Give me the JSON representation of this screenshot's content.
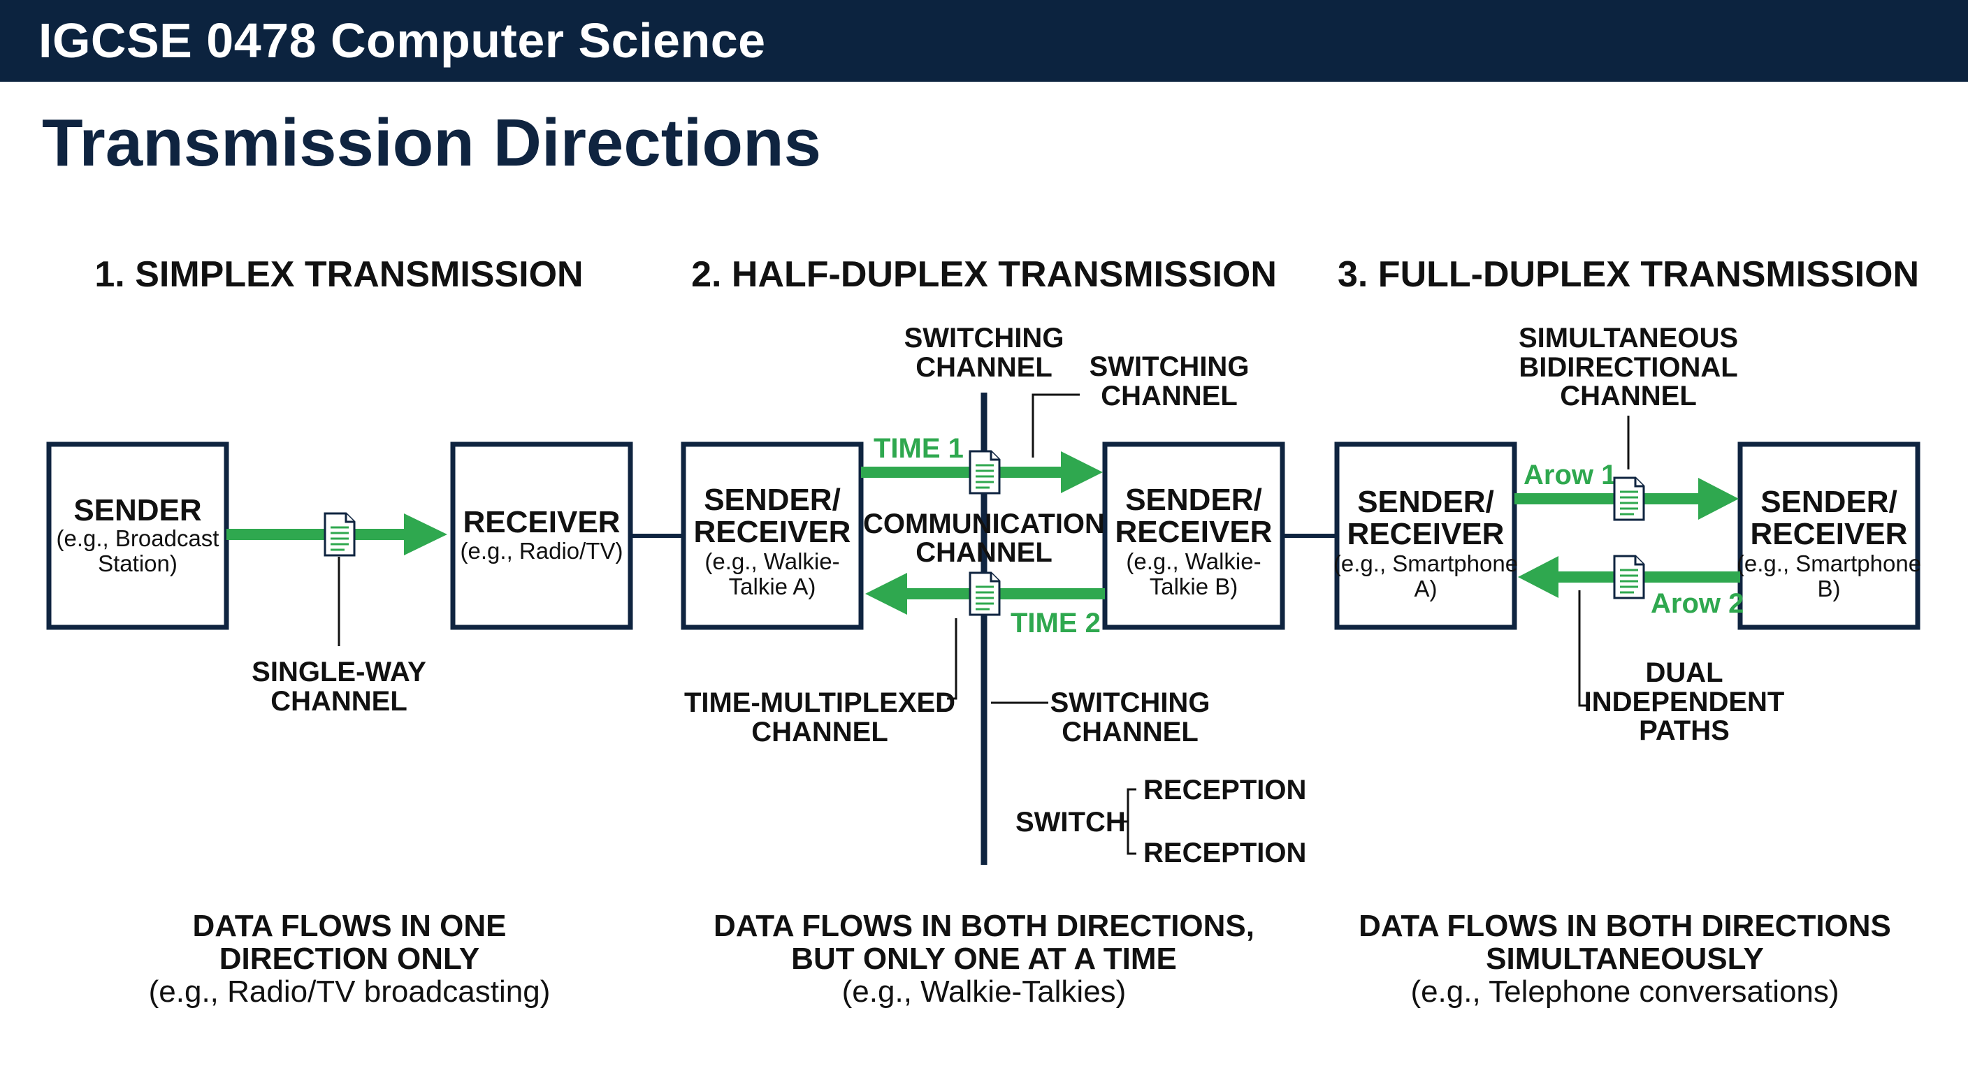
{
  "header": {
    "course": "IGCSE 0478 Computer Science"
  },
  "page_title": "Transmission Directions",
  "colors": {
    "header_bg": "#0c233f",
    "box_border": "#0f2440",
    "arrow": "#2fa84f",
    "text": "#111111"
  },
  "simplex": {
    "title": "1. SIMPLEX TRANSMISSION",
    "sender": {
      "label": "SENDER",
      "example_1": "(e.g., Broadcast",
      "example_2": "Station)"
    },
    "receiver": {
      "label": "RECEIVER",
      "example_1": "(e.g., Radio/TV)"
    },
    "channel_label_1": "SINGLE-WAY",
    "channel_label_2": "CHANNEL",
    "caption_1": "DATA FLOWS IN ONE",
    "caption_2": "DIRECTION ONLY",
    "caption_example": "(e.g., Radio/TV broadcasting)"
  },
  "half_duplex": {
    "title": "2. HALF-DUPLEX TRANSMISSION",
    "device_a": {
      "label_1": "SENDER/",
      "label_2": "RECEIVER",
      "example_1": "(e.g., Walkie-",
      "example_2": "Talkie A)"
    },
    "device_b": {
      "label_1": "SENDER/",
      "label_2": "RECEIVER",
      "example_1": "(e.g., Walkie-",
      "example_2": "Talkie B)"
    },
    "switching_top_1": "SWITCHING",
    "switching_top_2": "CHANNEL",
    "switching_right_1": "SWITCHING",
    "switching_right_2": "CHANNEL",
    "time_1": "TIME 1",
    "time_2": "TIME 2",
    "comm_channel_1": "COMMUNICATION",
    "comm_channel_2": "CHANNEL",
    "time_multiplexed_1": "TIME-MULTIPLEXED",
    "time_multiplexed_2": "CHANNEL",
    "switching_bottom_1": "SWITCHING",
    "switching_bottom_2": "CHANNEL",
    "switch": "SWITCH",
    "reception_1": "RECEPTION",
    "reception_2": "RECEPTION",
    "caption_1": "DATA FLOWS IN BOTH DIRECTIONS,",
    "caption_2": "BUT ONLY ONE AT A TIME",
    "caption_example": "(e.g., Walkie-Talkies)"
  },
  "full_duplex": {
    "title": "3. FULL-DUPLEX TRANSMISSION",
    "device_a": {
      "label_1": "SENDER/",
      "label_2": "RECEIVER",
      "example_1": "(e.g., Smartphone",
      "example_2": "A)"
    },
    "device_b": {
      "label_1": "SENDER/",
      "label_2": "RECEIVER",
      "example_1": "(e.g., Smartphone",
      "example_2": "B)"
    },
    "channel_1": "SIMULTANEOUS",
    "channel_2": "BIDIRECTIONAL",
    "channel_3": "CHANNEL",
    "arrow_1": "Arow 1",
    "arrow_2": "Arow 2",
    "paths_1": "DUAL",
    "paths_2": "INDEPENDENT",
    "paths_3": "PATHS",
    "caption_1": "DATA FLOWS IN BOTH DIRECTIONS",
    "caption_2": "SIMULTANEOUSLY",
    "caption_example": "(e.g., Telephone conversations)"
  }
}
